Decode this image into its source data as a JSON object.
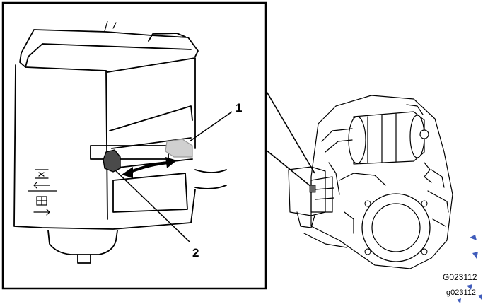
{
  "callouts": {
    "one": "1",
    "two": "2"
  },
  "figure_id": "G023112",
  "watermark_id": "g023112",
  "colors": {
    "lever_gray": "#d0d0d0",
    "knob_dark": "#4a4a4a",
    "watermark_blue": "#1e40af",
    "outline": "#000000"
  }
}
